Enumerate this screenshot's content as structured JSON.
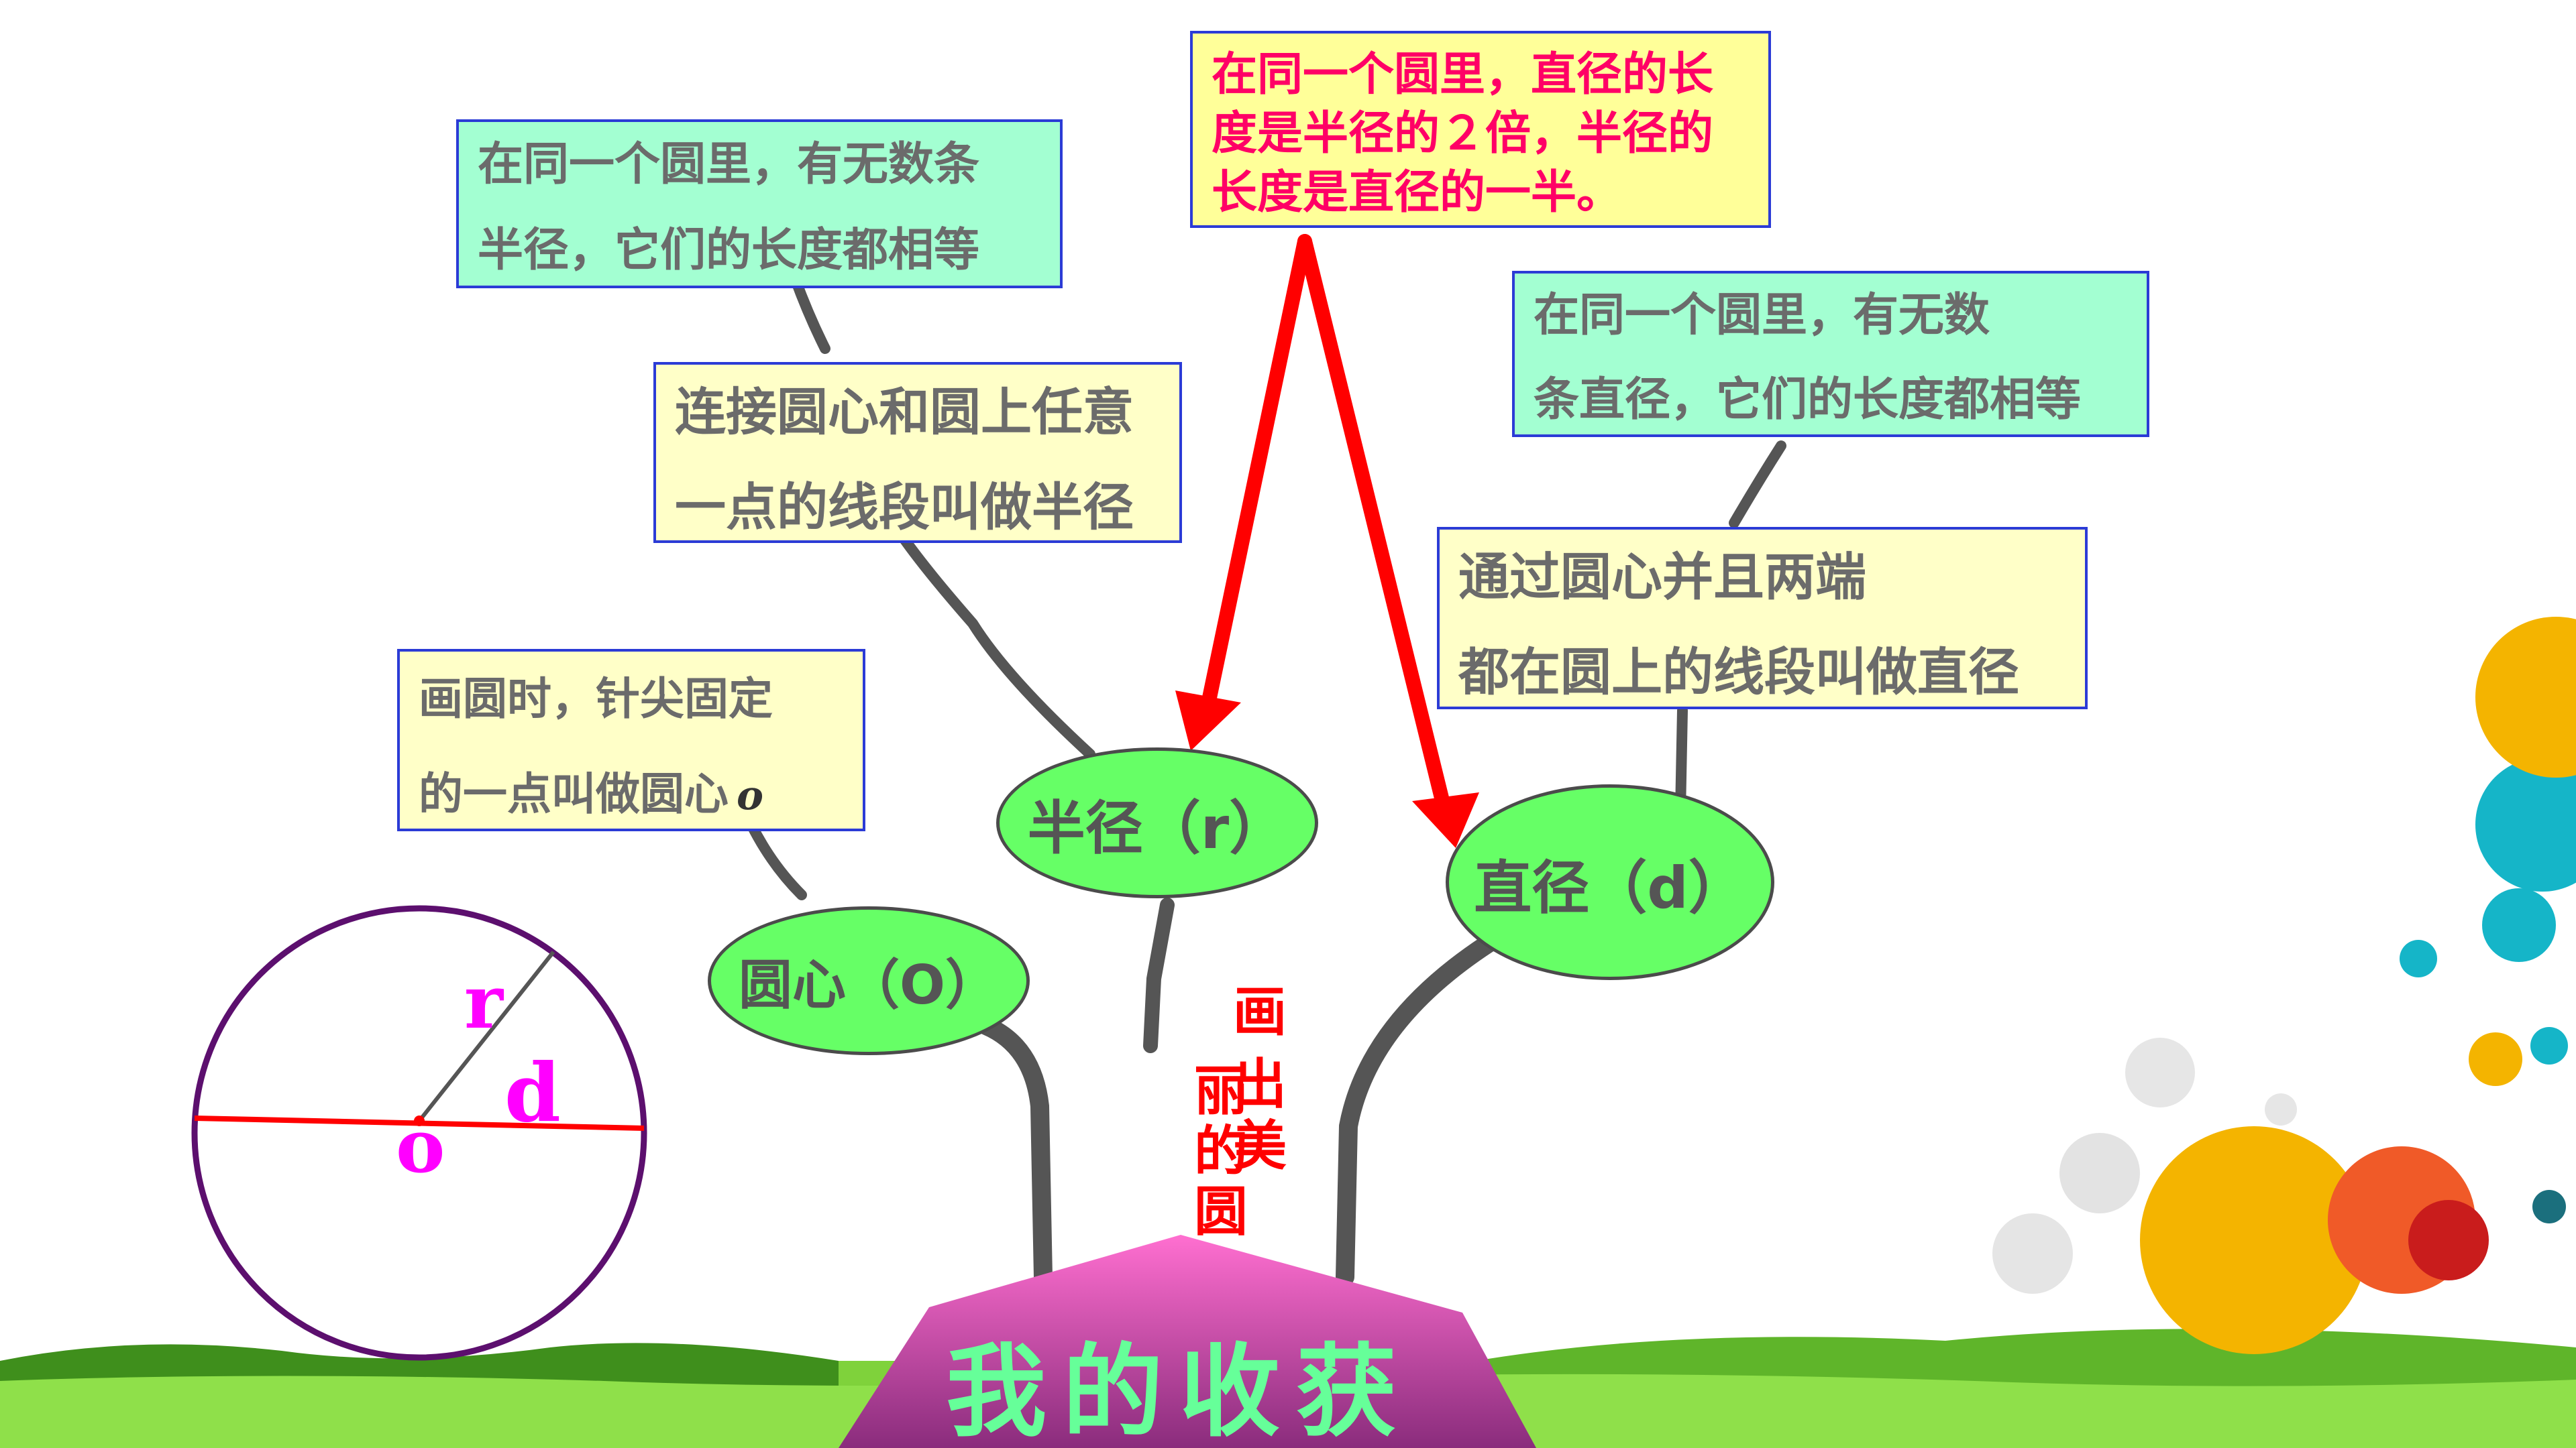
{
  "nodes": {
    "center": "圆心（O）",
    "radius": "半径（r）",
    "diameter": "直径（d）"
  },
  "boxes": {
    "center_def": [
      "画圆时，针尖固定",
      "的一点叫做圆心"
    ],
    "center_symbol": "o",
    "radius_def": [
      "连接圆心和圆上任意",
      "一点的线段叫做半径"
    ],
    "radius_equal": [
      "在同一个圆里，有无数条",
      "半径，它们的长度都相等"
    ],
    "diameter_def": [
      "通过圆心并且两端",
      "都在圆上的线段叫做直径"
    ],
    "diameter_equal": [
      "在同一个圆里，有无数",
      "条直径，它们的长度都相等"
    ],
    "relation": [
      "在同一个圆里，直径的长",
      "度是半径的２倍，半径的",
      "长度是直径的一半。"
    ]
  },
  "circle_labels": {
    "r": "r",
    "d": "d",
    "o": "o"
  },
  "vertical_text": [
    "画",
    "出",
    "美",
    "丽",
    "的",
    "圆"
  ],
  "base_title": "我的收获",
  "colors": {
    "oval_fill": "#66ff66",
    "box_yellow": "#ffffc8",
    "box_green": "#a3ffd2",
    "box_border": "#2b3bd6",
    "arrow": "#ff0000",
    "branch": "#555555",
    "label_magenta": "#ff00ff",
    "circle_stroke": "#5c0f6e",
    "base_fill": "#cc4fa8",
    "title_text": "#66ff99",
    "relation_text": "#ff0066"
  }
}
